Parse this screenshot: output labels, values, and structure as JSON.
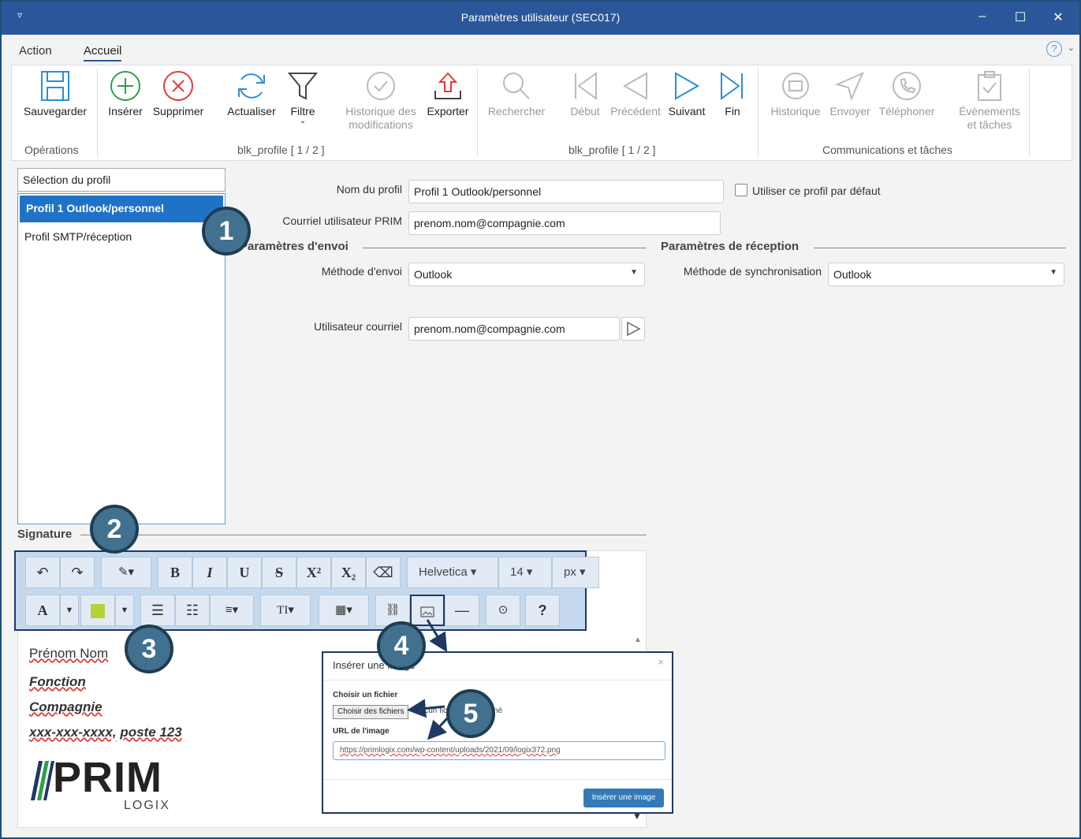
{
  "window": {
    "title": "Paramètres utilisateur (SEC017)",
    "qa_icon": "quick-access-caret",
    "minimize": "‒",
    "maximize": "☐",
    "close": "✕"
  },
  "menu": {
    "items": [
      "Action",
      "Accueil"
    ],
    "active": "Accueil",
    "help": "?",
    "help_caret": "⌄"
  },
  "ribbon": {
    "buttons": {
      "save": "Sauvegarder",
      "insert": "Insérer",
      "delete": "Supprimer",
      "refresh": "Actualiser",
      "filter": "Filtre",
      "history_mod_1": "Historique des",
      "history_mod_2": "modifications",
      "export": "Exporter",
      "search": "Rechercher",
      "first": "Début",
      "previous": "Précédent",
      "next": "Suivant",
      "last": "Fin",
      "history": "Historique",
      "send": "Envoyer",
      "phone": "Téléphoner",
      "events_1": "Évènements",
      "events_2": "et tâches"
    },
    "groups": {
      "operations": "Opérations",
      "blk1": "blk_profile [ 1 / 2 ]",
      "blk2": "blk_profile [ 1 / 2 ]",
      "comm": "Communications et tâches"
    },
    "colors": {
      "insert": "#2ea043",
      "delete": "#e03c3c",
      "accent": "#2b8ed8",
      "export": "#e03c3c",
      "disabled": "#bbbbbb"
    }
  },
  "profiles": {
    "header": "Sélection du profil",
    "items": [
      "Profil  1 Outlook/personnel",
      "Profil SMTP/réception"
    ],
    "selected_index": 0
  },
  "form": {
    "profile_name_label": "Nom du profil",
    "profile_name_value": "Profil  1 Outlook/personnel",
    "default_checkbox_label": "Utiliser ce profil par défaut",
    "default_checked": false,
    "prim_email_label": "Courriel utilisateur PRIM",
    "prim_email_value": "prenom.nom@compagnie.com",
    "send_section": "Paramètres d'envoi",
    "receive_section": "Paramètres de réception",
    "send_method_label": "Méthode d'envoi",
    "send_method_value": "Outlook",
    "sync_method_label": "Méthode de synchronisation",
    "sync_method_value": "Outlook",
    "mail_user_label": "Utilisateur courriel",
    "mail_user_value": "prenom.nom@compagnie.com"
  },
  "signature": {
    "section": "Signature",
    "toolbar": {
      "undo": "↶",
      "redo": "↷",
      "magic": "✎▾",
      "bold": "B",
      "italic": "I",
      "underline": "U",
      "strike": "S",
      "sup": "X²",
      "sub": "X₂",
      "eraser": "⌫",
      "font": "Helvetica",
      "size": "14",
      "unit": "px",
      "font_color": "A",
      "bg_color": "#b5d334",
      "ul": "☰",
      "ol": "☷",
      "align": "≡▾",
      "text_size": "TI▾",
      "table": "▦▾",
      "link": "⛓",
      "image": "▣",
      "hr": "—",
      "code": "⊙",
      "help": "?"
    },
    "lines": {
      "name": "Prénom Nom",
      "function": "Fonction",
      "company": "Compagnie",
      "phone_prefix": "xxx-xxx-xxxx,",
      "phone_suffix": "poste 123"
    },
    "logo": {
      "main": "PRIM",
      "sub": "LOGIX"
    }
  },
  "dialog": {
    "title": "Insérer une image",
    "close": "×",
    "file_label": "Choisir un fichier",
    "file_button": "Choisir des fichiers",
    "file_none": "Aucun fichier sélectionné",
    "url_label": "URL de l'image",
    "url_value": "https://primlogix.com/wp-content/uploads/2021/09/logix372.png",
    "submit": "Insérer une image"
  },
  "callouts": [
    "1",
    "2",
    "3",
    "4",
    "5"
  ]
}
